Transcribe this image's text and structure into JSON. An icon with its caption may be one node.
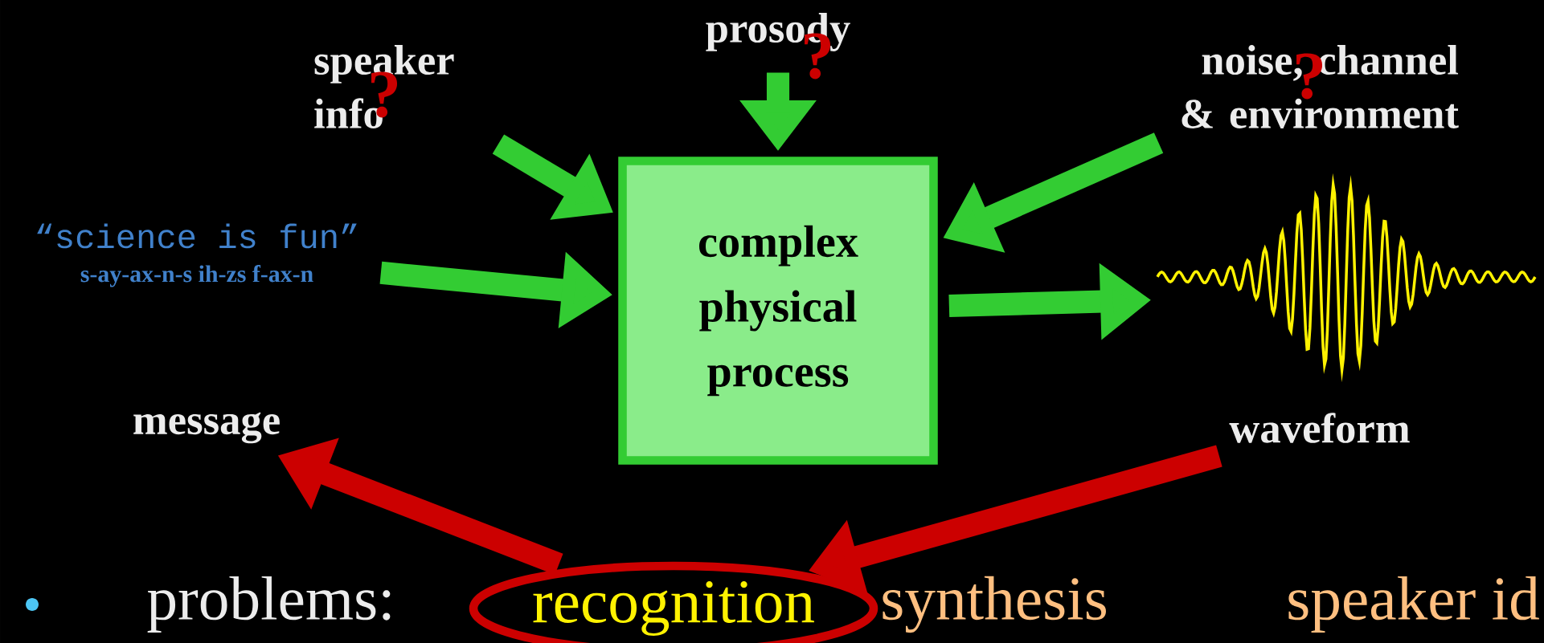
{
  "diagram": {
    "nodes": [
      {
        "text": [
          "speaker info"
        ]
      },
      {
        "text": [
          "prosody"
        ]
      },
      {
        "text": [
          "noise, channel & environment"
        ]
      },
      {
        "text": [
          "complex physical process"
        ]
      },
      {
        "text": [
          "“science is fun”",
          "s-ay-ax-n-s ih-zs f-ax-n"
        ]
      },
      {
        "text": [],
        "shape": "picture"
      },
      {
        "text": [
          "waveform"
        ]
      },
      {
        "text": [
          "message"
        ]
      },
      {
        "text": [
          "recognition"
        ]
      }
    ],
    "edges": [
      {
        "from": 0,
        "to": 3,
        "arrow": "to"
      },
      {
        "from": 1,
        "to": 3,
        "arrow": "to"
      },
      {
        "from": 2,
        "to": 3,
        "arrow": "to"
      },
      {
        "from": 4,
        "to": 3,
        "arrow": "to"
      },
      {
        "from": 3,
        "to": 5,
        "arrow": "to"
      },
      {
        "from": 6,
        "to": 8,
        "arrow": "to",
        "color": "#cc0000"
      },
      {
        "from": 8,
        "to": 7,
        "arrow": "to",
        "color": "#cc0000"
      }
    ],
    "labels": [
      "?",
      "?",
      "?",
      "problems:",
      "synthesis",
      "speaker id"
    ]
  }
}
